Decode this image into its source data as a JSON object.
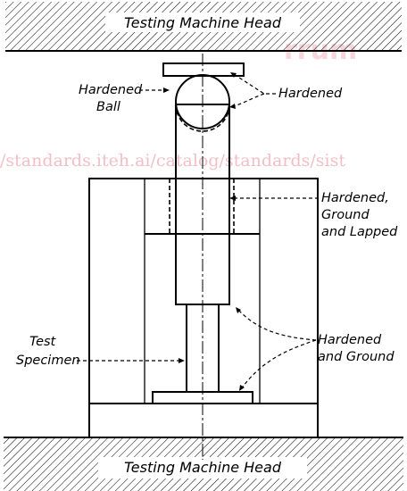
{
  "diagram": {
    "labels": {
      "head_top": "Testing Machine Head",
      "head_bottom": "Testing Machine Head",
      "hardened_left_1": "Hardened",
      "hardened_left_2": "Ball",
      "hardened_right": "Hardened",
      "hgl_1": "Hardened,",
      "hgl_2": "Ground",
      "hgl_3": "and Lapped",
      "hg_1": "Hardened",
      "hg_2": "and Ground",
      "test_1": "Test",
      "test_2": "Specimen"
    },
    "watermark": {
      "text": "/standards.iteh.ai/catalog/standards/sist",
      "logo_text": "rrum",
      "color": "#f4c4cc"
    }
  }
}
